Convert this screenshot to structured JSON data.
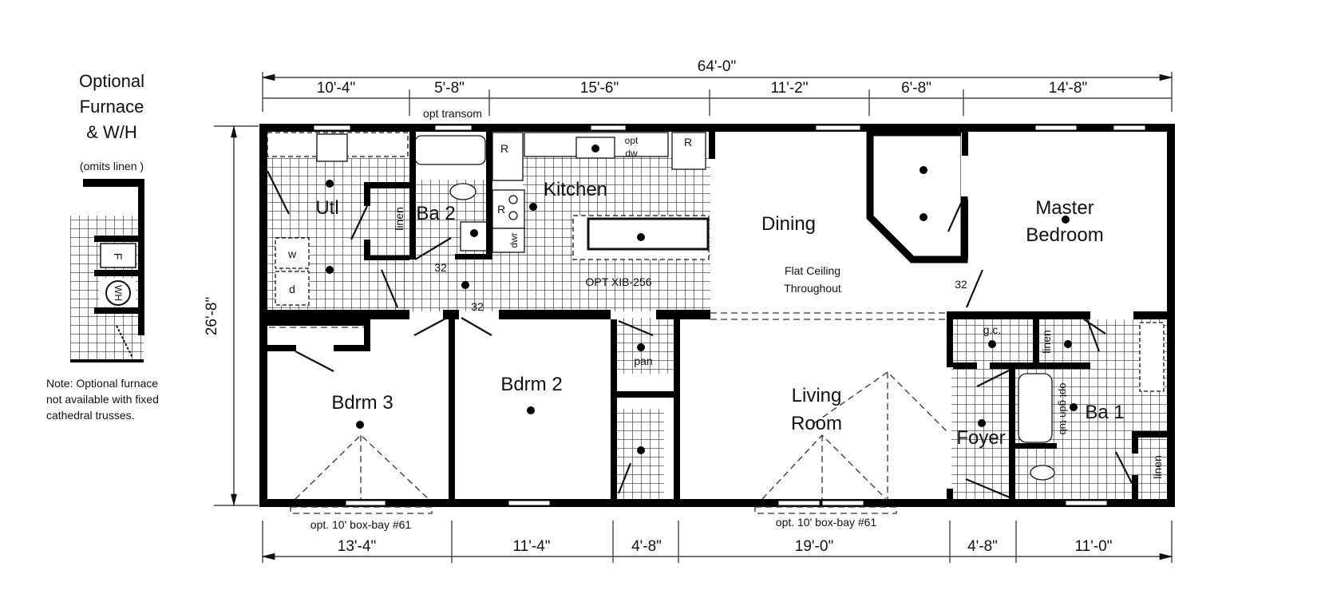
{
  "optional_inset": {
    "title_line1": "Optional",
    "title_line2": "Furnace",
    "title_line3": "& W/H",
    "subtitle": "(omits linen )",
    "furnace_label": "F",
    "water_heater_label": "WH",
    "note_line1": "Note:  Optional furnace",
    "note_line2": "not available with fixed",
    "note_line3": "cathedral trusses."
  },
  "dimensions": {
    "overall_width": "64'-0\"",
    "overall_depth": "26'-8\"",
    "top": [
      "10'-4\"",
      "5'-8\"",
      "15'-6\"",
      "11'-2\"",
      "6'-8\"",
      "14'-8\""
    ],
    "bottom": [
      "13'-4\"",
      "11'-4\"",
      "4'-8\"",
      "19'-0\"",
      "4'-8\"",
      "11'-0\""
    ],
    "top_note": "opt transom"
  },
  "rooms": {
    "utility": "Utl",
    "bath2": "Ba 2",
    "linen_ba2": "linen",
    "kitchen": "Kitchen",
    "dining": "Dining",
    "master_bedroom_line1": "Master",
    "master_bedroom_line2": "Bedroom",
    "bedroom3": "Bdrm 3",
    "bedroom2": "Bdrm 2",
    "pantry": "pan",
    "living_line1": "Living",
    "living_line2": "Room",
    "foyer": "Foyer",
    "bath1": "Ba 1",
    "guest_closet": "g.c.",
    "linen_ba1_upper": "linen",
    "linen_ba1_lower": "linen"
  },
  "fixtures": {
    "washer": "w",
    "dryer": "d",
    "refrigerator": "R",
    "range": "R",
    "refrigerator_right": "R",
    "dishwasher_opt_line1": "opt",
    "dishwasher_opt_line2": "dw",
    "drawer": "dwr",
    "garden_tub": "opt gdn tub"
  },
  "annotations": {
    "island_option": "OPT XIB-256",
    "ceiling_note_line1": "Flat Ceiling",
    "ceiling_note_line2": "Throughout",
    "door_32_a": "32",
    "door_32_b": "32",
    "door_32_master": "32",
    "box_bay_left": "opt. 10' box-bay #61",
    "box_bay_right": "opt. 10' box-bay #61"
  }
}
